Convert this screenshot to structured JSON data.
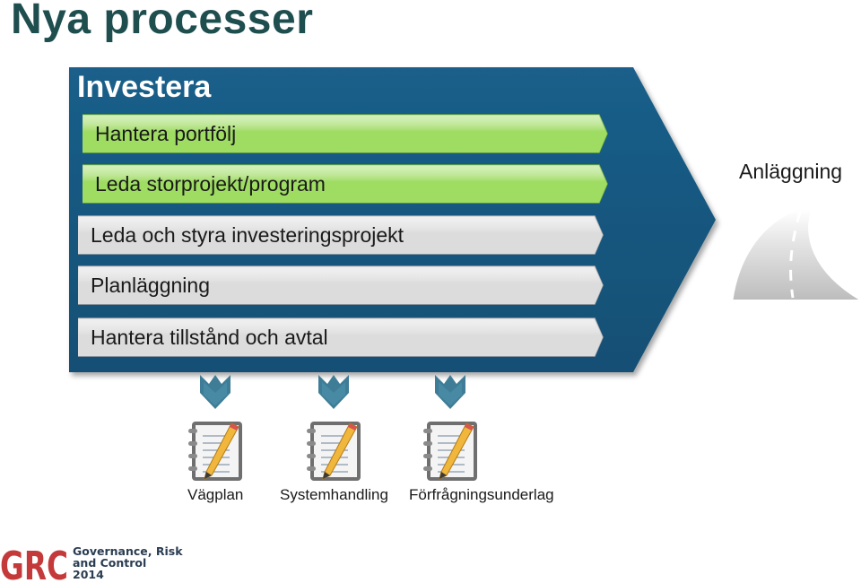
{
  "title": "Nya processer",
  "main_process": {
    "title": "Investera",
    "color": "#15577f",
    "activities": [
      {
        "label": "Hantera portfölj",
        "type": "green"
      },
      {
        "label": "Leda storprojekt/program",
        "type": "green"
      },
      {
        "label": "Leda och styra investeringsprojekt",
        "type": "grey"
      },
      {
        "label": "Planläggning",
        "type": "grey"
      },
      {
        "label": "Hantera tillstånd och avtal",
        "type": "grey"
      }
    ]
  },
  "outputs": [
    {
      "label": "Vägplan",
      "icon": "notepad-pencil-icon"
    },
    {
      "label": "Systemhandling",
      "icon": "notepad-pencil-icon"
    },
    {
      "label": "Förfrågningsunderlag",
      "icon": "notepad-pencil-icon"
    }
  ],
  "outcome": {
    "label": "Anläggning",
    "icon": "road-icon"
  },
  "logo": {
    "letters": "GRC",
    "lines": [
      "Governance, Risk",
      "and Control",
      "2014"
    ]
  },
  "colors": {
    "green": "#9edc62",
    "grey": "#dcdcdc",
    "title": "#1f4e4f",
    "logo_red": "#c43a3a"
  }
}
